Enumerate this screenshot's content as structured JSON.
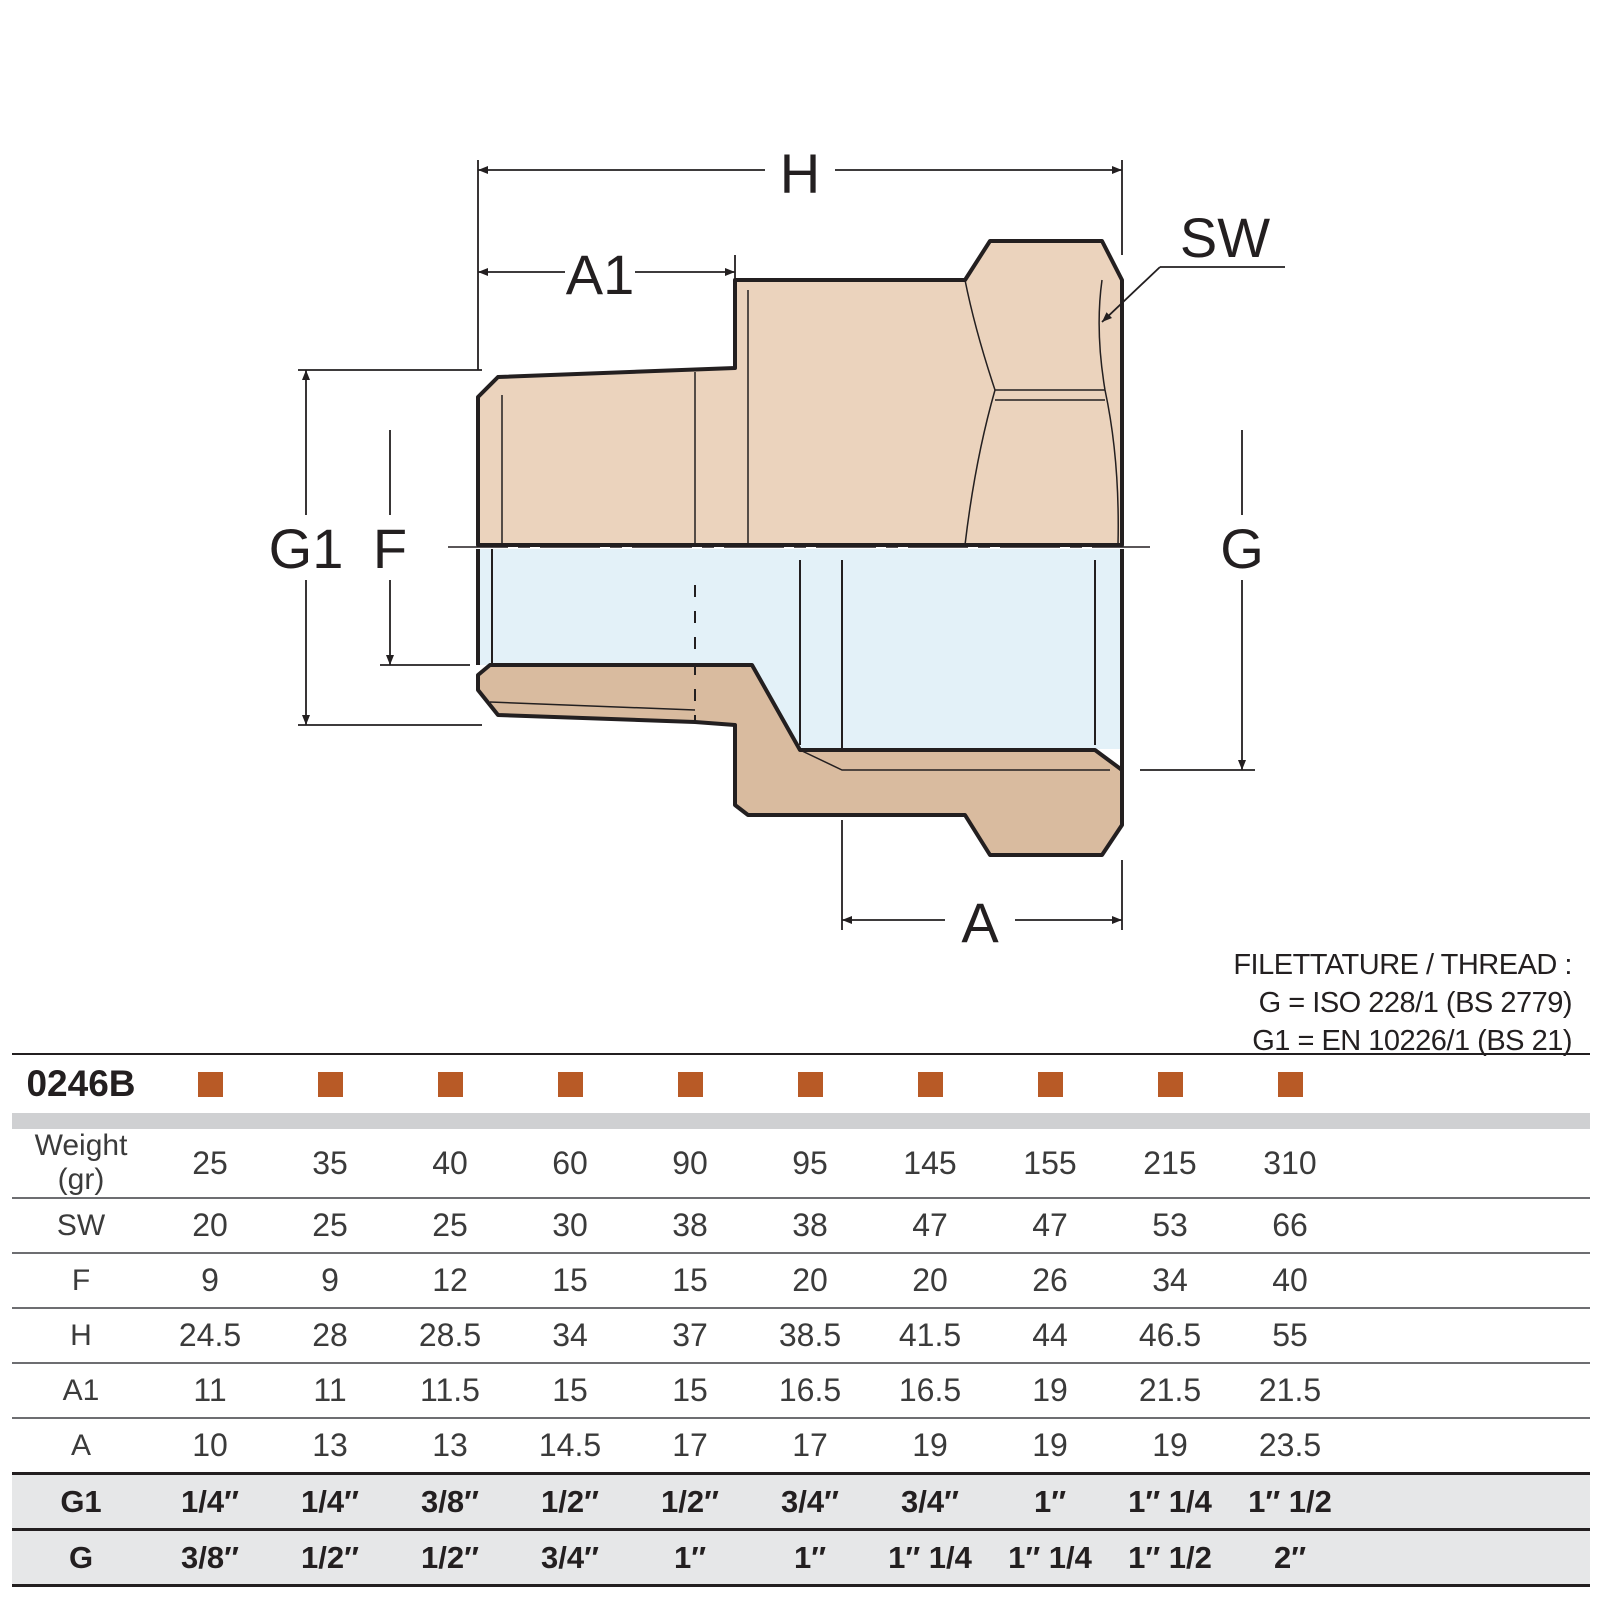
{
  "drawing": {
    "dimension_labels": {
      "H": "H",
      "A1": "A1",
      "SW": "SW",
      "G1": "G1",
      "F": "F",
      "G": "G",
      "A": "A"
    },
    "colors": {
      "body": "#ebd3bd",
      "section": "#d9bb9f",
      "bore": "#e3f1f8",
      "outline": "#231f20"
    }
  },
  "thread_note": {
    "line1": "FILETTATURE / THREAD :",
    "line2": "G = ISO 228/1 (BS 2779)",
    "line3": "G1 = EN 10226/1 (BS 21)"
  },
  "table": {
    "code": "0246B",
    "swatch_color": "#b85a26",
    "rows": [
      {
        "label": "Weight (gr)",
        "values": [
          "25",
          "35",
          "40",
          "60",
          "90",
          "95",
          "145",
          "155",
          "215",
          "310"
        ]
      },
      {
        "label": "SW",
        "values": [
          "20",
          "25",
          "25",
          "30",
          "38",
          "38",
          "47",
          "47",
          "53",
          "66"
        ]
      },
      {
        "label": "F",
        "values": [
          "9",
          "9",
          "12",
          "15",
          "15",
          "20",
          "20",
          "26",
          "34",
          "40"
        ]
      },
      {
        "label": "H",
        "values": [
          "24.5",
          "28",
          "28.5",
          "34",
          "37",
          "38.5",
          "41.5",
          "44",
          "46.5",
          "55"
        ]
      },
      {
        "label": "A1",
        "values": [
          "11",
          "11",
          "11.5",
          "15",
          "15",
          "16.5",
          "16.5",
          "19",
          "21.5",
          "21.5"
        ]
      },
      {
        "label": "A",
        "values": [
          "10",
          "13",
          "13",
          "14.5",
          "17",
          "17",
          "19",
          "19",
          "19",
          "23.5"
        ]
      }
    ],
    "thread_rows": [
      {
        "label": "G1",
        "values": [
          "1/4″",
          "1/4″",
          "3/8″",
          "1/2″",
          "1/2″",
          "3/4″",
          "3/4″",
          "1″",
          "1″ 1/4",
          "1″ 1/2"
        ]
      },
      {
        "label": "G",
        "values": [
          "3/8″",
          "1/2″",
          "1/2″",
          "3/4″",
          "1″",
          "1″",
          "1″ 1/4",
          "1″ 1/4",
          "1″ 1/2",
          "2″"
        ]
      }
    ]
  }
}
